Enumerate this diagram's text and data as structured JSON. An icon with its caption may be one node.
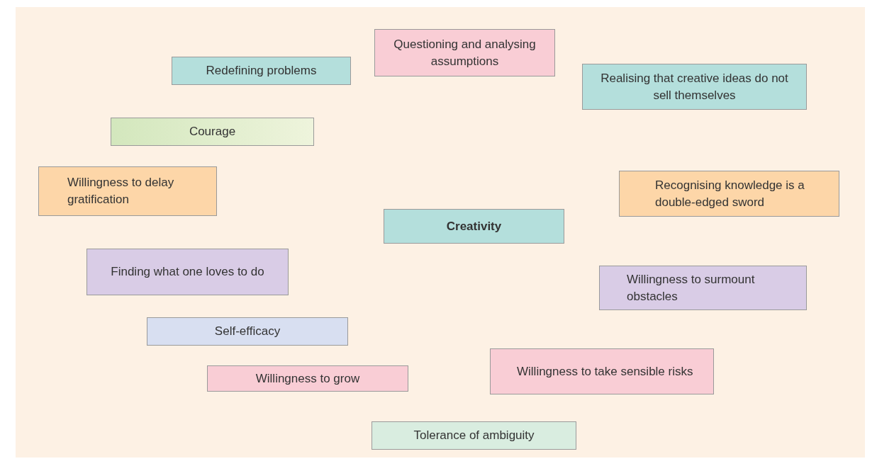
{
  "diagram": {
    "nodes": [
      {
        "text": [
          "Questioning and analysing assumptions"
        ]
      },
      {
        "text": [
          "Redefining problems"
        ]
      },
      {
        "text": [
          "Realising that creative ideas do not sell themselves"
        ]
      },
      {
        "text": [
          "Courage"
        ]
      },
      {
        "text": [
          "Willingness to delay gratification"
        ]
      },
      {
        "text": [
          "Recognising knowledge is a double-edged sword"
        ]
      },
      {
        "text": [
          "Creativity"
        ]
      },
      {
        "text": [
          "Finding what one loves to do"
        ]
      },
      {
        "text": [
          "Willingness to surmount obstacles"
        ]
      },
      {
        "text": [
          "Self-efficacy"
        ]
      },
      {
        "text": [
          "Willingness to grow"
        ]
      },
      {
        "text": [
          "Willingness to take sensible risks"
        ]
      },
      {
        "text": [
          "Tolerance of ambiguity"
        ]
      }
    ]
  }
}
